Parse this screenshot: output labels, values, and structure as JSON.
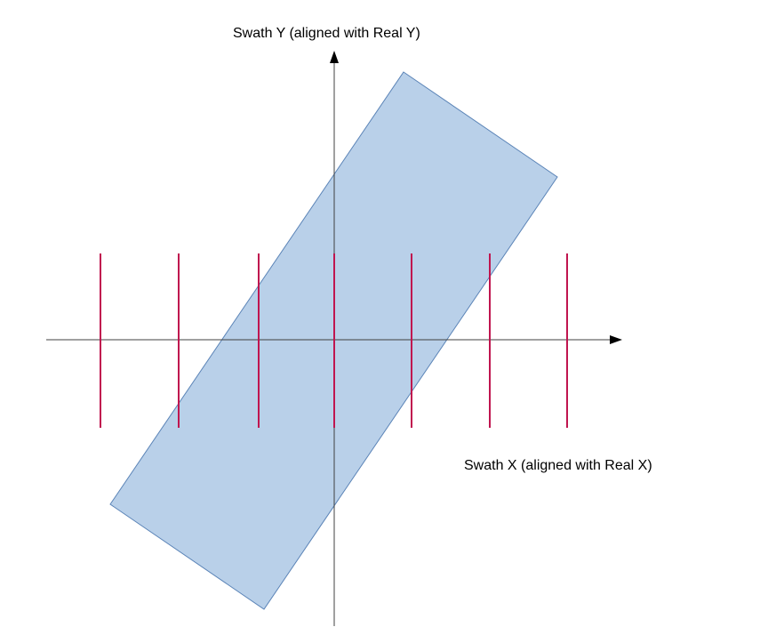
{
  "labels": {
    "y_axis": "Swath Y (aligned with Real Y)",
    "x_axis": "Swath X (aligned with Real X)"
  },
  "colors": {
    "axis": "#404040",
    "arrowhead": "#000000",
    "swath_fill": "#b9d0e9",
    "swath_stroke": "#5b84b7",
    "tick_marks": "#c0154f",
    "label_text": "#000000"
  },
  "tick_count": 7
}
